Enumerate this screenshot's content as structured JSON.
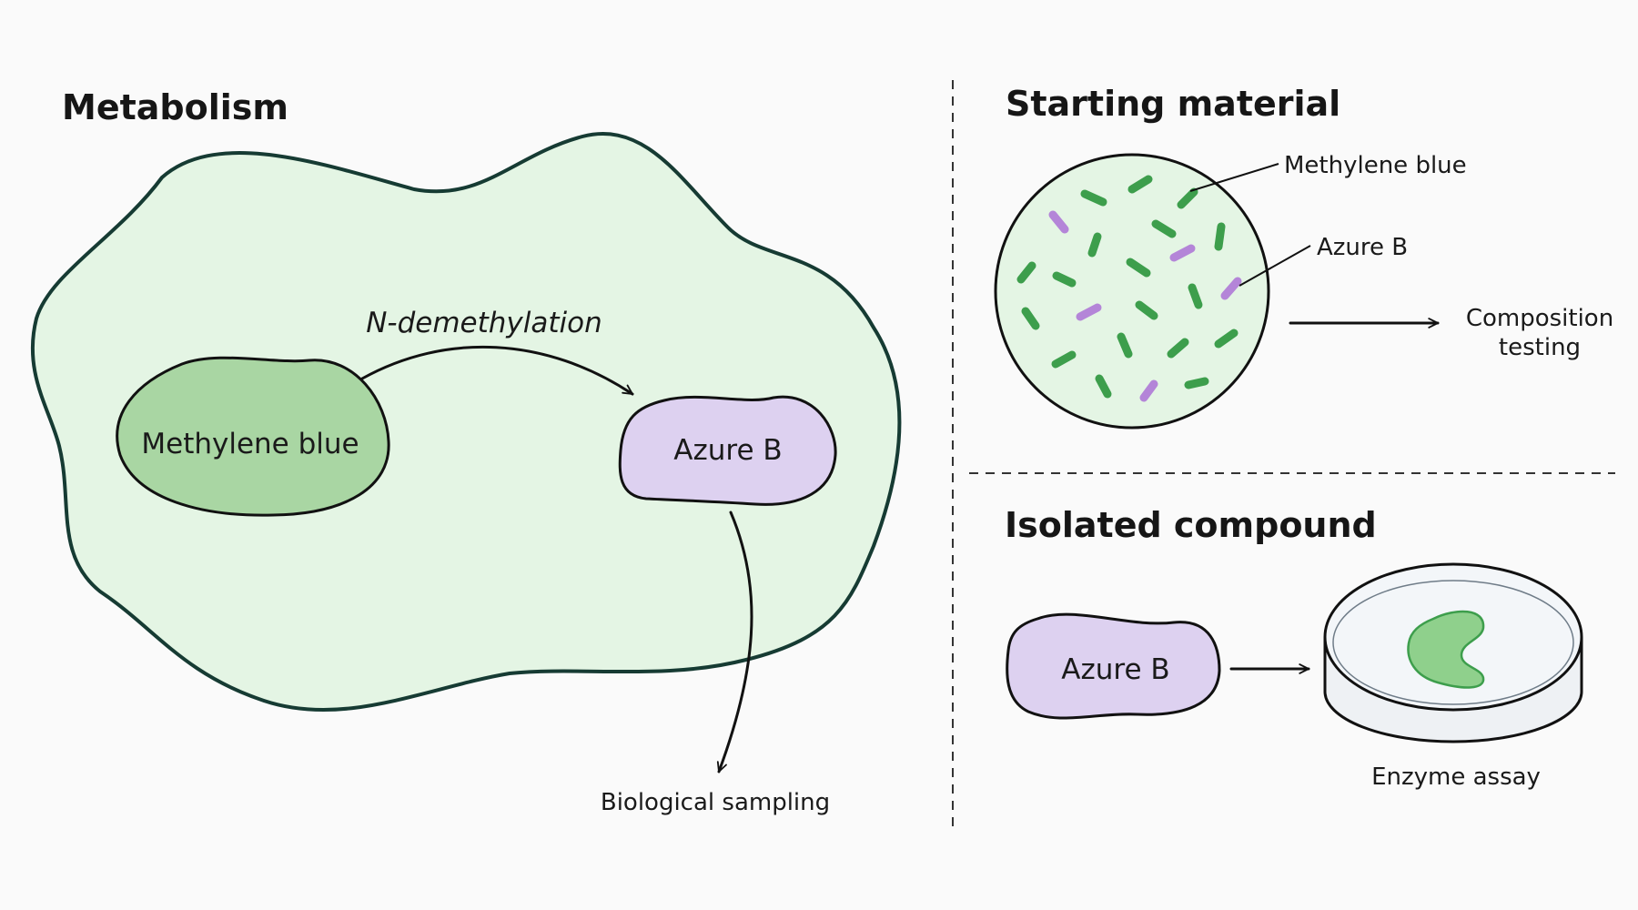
{
  "metabolism": {
    "title": "Metabolism",
    "source_label": "Methylene blue",
    "product_label": "Azure B",
    "reaction_label": "N-demethylation",
    "sampling_label": "Biological sampling"
  },
  "starting_material": {
    "title": "Starting material",
    "callout_1": "Methylene blue",
    "callout_2": "Azure B",
    "result_line_1": "Composition",
    "result_line_2": "testing"
  },
  "isolated_compound": {
    "title": "Isolated compound",
    "compound_label": "Azure B",
    "assay_label": "Enzyme assay"
  },
  "colors": {
    "background": "#fafafa",
    "cell_fill": "#e4f5e4",
    "cell_stroke": "#163b33",
    "methylene_fill": "#a9d6a3",
    "azure_fill": "#ddd1f0",
    "green_particle": "#3d9e4c",
    "purple_particle": "#b485d8",
    "enzyme_fill": "#8fd08c"
  }
}
